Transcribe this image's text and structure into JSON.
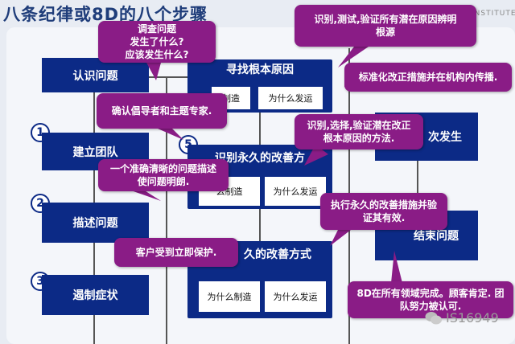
{
  "title": "八条纪律或8D的八个步骤",
  "institute": "INSTITUTE",
  "steps": {
    "s0": {
      "label": "认识问题"
    },
    "s1": {
      "num": "1",
      "label": "建立团队"
    },
    "s2": {
      "num": "2",
      "label": "描述问题"
    },
    "s3": {
      "num": "3",
      "label": "遏制症状"
    }
  },
  "middle": {
    "root_cause_title": "寻找根本原因",
    "root_cause_left": "制造",
    "root_cause_right": "为什么发运",
    "step5_num": "5",
    "step5_title": "识别永久的改善方",
    "step5_left": "么制造",
    "step5_right": "为什么发运",
    "step6_title": "久的改善方式",
    "step6_left": "为什么制造",
    "step6_right": "为什么发运"
  },
  "right": {
    "prevent_label": "次发生",
    "close_label": "结束问题"
  },
  "callouts": {
    "c1": "调查问题\n发生了什么?\n应该发生什么?",
    "c2": "识别,测试,验证所有潜在原因辨明\n根源",
    "c3": "标准化改正措施并在机构内传播.",
    "c4": "确认倡导者和主题专家.",
    "c5": "识别,选择,验证潜在改正\n根本原因的方法.",
    "c6": "一个准确清晰的问题描述\n使问题明朗.",
    "c7": "执行永久的改善措施并验\n证其有效.",
    "c8": "客户受到立即保护.",
    "c9": "8D在所有领域完成。顾客肯定. 团\n队努力被认可."
  },
  "watermark": "IS16949"
}
